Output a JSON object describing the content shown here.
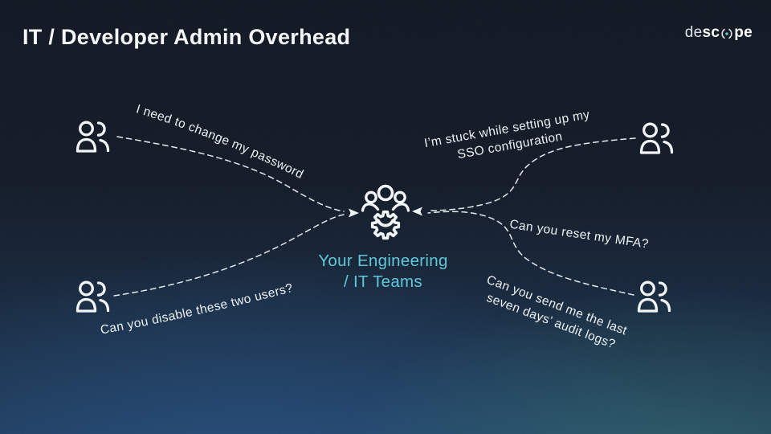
{
  "slide": {
    "title": "IT / Developer Admin Overhead",
    "brand": {
      "name_light": "de",
      "name_bold_left": "sc",
      "name_bold_right": "pe",
      "logo_icon": "descope-aperture-icon"
    },
    "center": {
      "icon": "team-gear-icon",
      "label_line1": "Your Engineering",
      "label_line2": "/ IT Teams"
    },
    "messages": [
      {
        "from": "user-top-left",
        "text": "I need to change my password"
      },
      {
        "from": "user-top-right",
        "line1": "I’m stuck while setting up my",
        "line2": "SSO configuration"
      },
      {
        "from": "user-bottom-right",
        "text": "Can you reset my MFA?"
      },
      {
        "from": "user-bottom-left",
        "text": "Can you disable these two users?"
      },
      {
        "from": "user-bottom-right",
        "line1": "Can you send me the last",
        "line2": "seven days’ audit logs?"
      }
    ],
    "colors": {
      "background_top": "#121a26",
      "background_blue": "#28588c",
      "background_teal": "#367675",
      "accent_cyan": "#5fc9da",
      "text_primary": "#f6f8fa",
      "message_text": "#edf2f5",
      "icon_stroke": "#f2f6f8"
    }
  }
}
